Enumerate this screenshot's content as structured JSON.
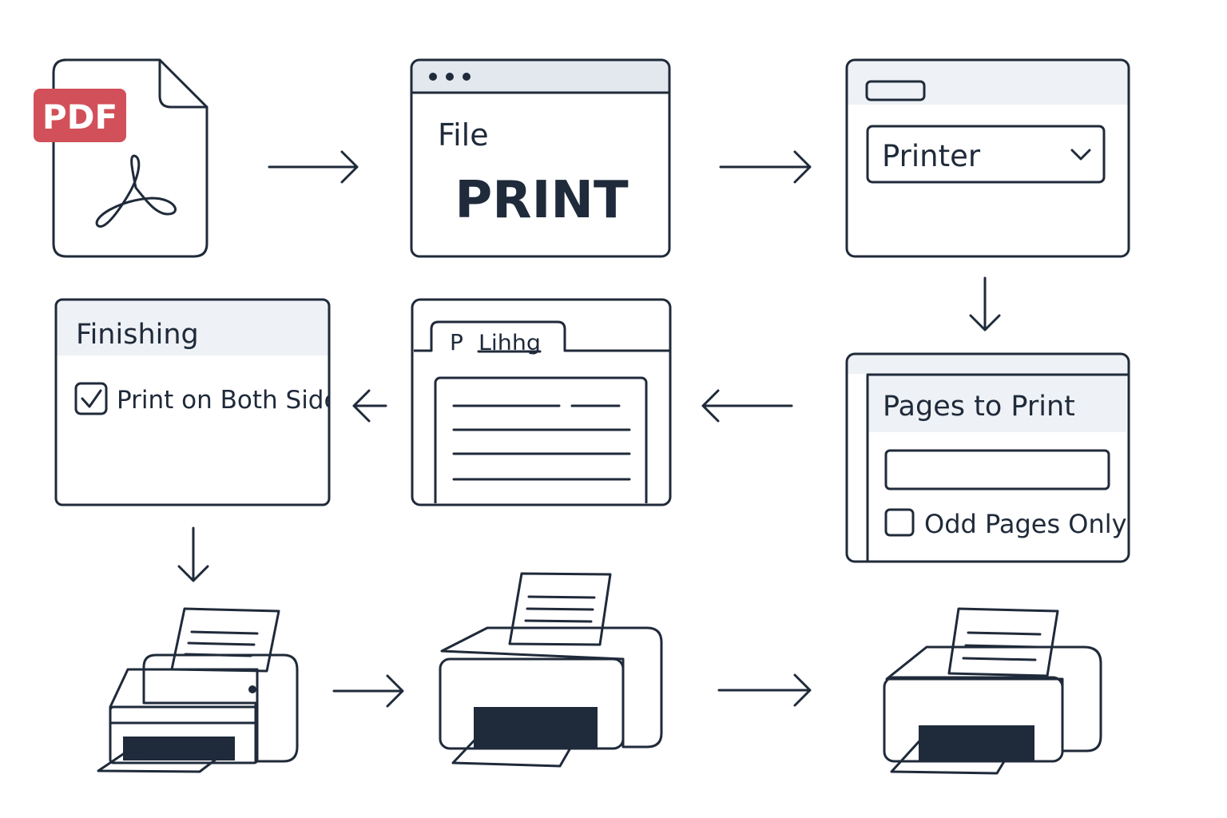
{
  "colors": {
    "ink": "#1f2a3a",
    "panel_header": "#e3e8ef",
    "field_fill": "#eef1f5",
    "pdf_badge": "#d2505a",
    "printer_dark": "#5f6f86",
    "printer_light": "#c3cad5",
    "white": "#ffffff"
  },
  "pdf_file": {
    "badge": "PDF",
    "icon": "acrobat-logo-icon"
  },
  "file_menu": {
    "menu_label": "File",
    "command": "PRINT"
  },
  "printer_dialog": {
    "select_value": "Printer",
    "icon": "chevron-down-icon"
  },
  "pages_panel": {
    "title": "Pages to Print",
    "checkbox_label": "Odd Pages Only",
    "checked": false
  },
  "tab_panel": {
    "tab_label": "P",
    "tab_label_garbled": "Lihhg"
  },
  "finishing_panel": {
    "title": "Finishing",
    "checkbox_label": "Print on Both Side",
    "checked": true
  },
  "printers": [
    {
      "icon": "printer-icon"
    },
    {
      "icon": "printer-icon"
    },
    {
      "icon": "printer-icon"
    }
  ]
}
